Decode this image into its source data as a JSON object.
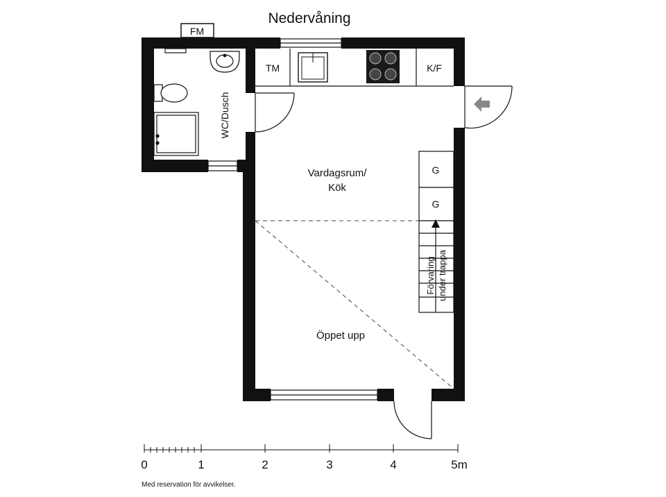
{
  "title": "Nedervåning",
  "rooms": {
    "fm": "FM",
    "wc": "WC/Dusch",
    "tm": "TM",
    "kf": "K/F",
    "living_line1": "Vardagsrum/",
    "living_line2": "Kök",
    "wardrobe_1": "G",
    "wardrobe_2": "G",
    "storage_line1": "Förvaring",
    "storage_line2": "under trappa",
    "open_up": "Öppet upp"
  },
  "scale": {
    "ticks": [
      "0",
      "1",
      "2",
      "3",
      "4",
      "5m"
    ]
  },
  "disclaimer": "Med reservation för avvikelser."
}
